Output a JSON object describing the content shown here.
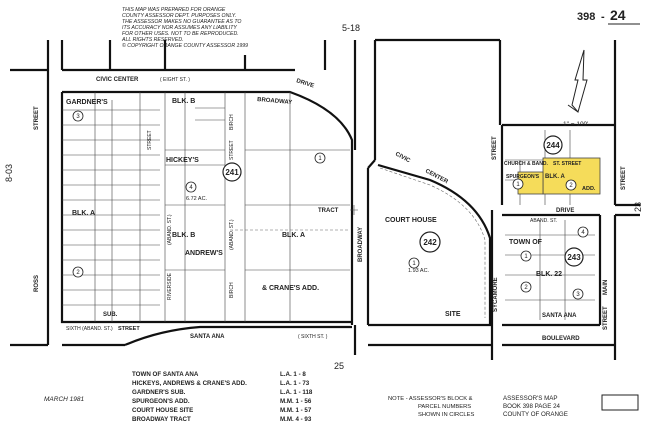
{
  "disclaimer": [
    "THIS MAP WAS PREPARED FOR ORANGE",
    "COUNTY ASSESSOR DEPT. PURPOSES ONLY.",
    "THE ASSESSOR MAKES NO GUARANTEE AS TO",
    "ITS ACCURACY NOR ASSUMES ANY LIABILITY",
    "FOR OTHER USES. NOT TO BE REPRODUCED.",
    "ALL RIGHTS RESERVED.",
    "© COPYRIGHT ORANGE COUNTY ASSESSOR 1999"
  ],
  "page_ref": {
    "book": "398",
    "sep": "-",
    "page": "24"
  },
  "edge_refs": {
    "top": "5-18",
    "left": "8-03",
    "right": "23",
    "bottom": "25"
  },
  "scale": "1\" = 100'",
  "streets": {
    "civic_center_top": "CIVIC CENTER",
    "eighth": "( EIGHT ST. )",
    "broadway_top": "BROADWAY",
    "drive_top": "DRIVE",
    "civic_center_mid": "CIVIC",
    "center_mid": "CENTER",
    "drive_mid": "DRIVE",
    "tract": "TRACT",
    "street_top_a": "STREET",
    "street_top_b": "STREET",
    "street_left": "STREET",
    "ross": "ROSS",
    "broadway_vert": "BROADWAY",
    "court_house": "COURT HOUSE",
    "site": "SITE",
    "sycamore": "SYCAMORE",
    "main": "MAIN",
    "street_right": "STREET",
    "boulevard": "BOULEVARD",
    "santa_ana_blvd": "SANTA ANA",
    "santa_ana_bottom": "SANTA ANA",
    "sixth": "( SIXTH ST. )",
    "sixth_aband": "SIXTH (ABAND. ST.)",
    "street_bottom": "STREET",
    "abandst_top": "ABAND. ST.",
    "riverside": "RIVERSIDE",
    "abandst_col": "(ABAND. ST.)",
    "birch": "BIRCH",
    "abandst_col2": "(ABAND. ST.)",
    "birch_top": "BIRCH",
    "street_birch": "STREET",
    "street_col": "STREET",
    "sub": "SUB."
  },
  "labels": {
    "gardners": "GARDNER'S",
    "blk_b_top": "BLK. B",
    "hickeys": "HICKEY'S",
    "blk_a_left": "BLK. A",
    "blk_b_mid": "BLK. B",
    "andrews": "ANDREW'S",
    "blk_a_mid": "BLK. A",
    "crane": "& CRANE'S ADD.",
    "acres_4": "6.72 AC.",
    "acres_1": "1.93 AC.",
    "church_band": "CHURCH & BAND.",
    "st_street": "ST.  STREET",
    "spurgeons": "SPURGEON'S",
    "blk_a_right": "BLK. A",
    "add": "ADD.",
    "town_of": "TOWN OF",
    "blk_22": "BLK. 22",
    "santa_ana_town": "SANTA ANA"
  },
  "book_circles": [
    "241",
    "242",
    "243",
    "244"
  ],
  "parcel_circles": {
    "p3": "3",
    "p4": "4",
    "p2": "2",
    "p1": "1",
    "p1b": "1",
    "p2b": "2",
    "p4b": "4",
    "p1c": "1",
    "p2c": "2",
    "p3c": "3",
    "p1d": "1"
  },
  "legend": {
    "date": "MARCH 1981",
    "rows": [
      {
        "name": "TOWN OF SANTA ANA",
        "ref": "L.A. 1 - 8"
      },
      {
        "name": "HICKEYS, ANDREWS & CRANE'S ADD.",
        "ref": "L.A. 1 - 73"
      },
      {
        "name": "GARDNER'S SUB.",
        "ref": "L.A. 1 - 118"
      },
      {
        "name": "SPURGEON'S ADD.",
        "ref": "M.M. 1 - 56"
      },
      {
        "name": "COURT HOUSE SITE",
        "ref": "M.M. 1 - 57"
      },
      {
        "name": "BROADWAY TRACT",
        "ref": "M.M. 4 - 93"
      }
    ]
  },
  "note": [
    "NOTE - ASSESSOR'S BLOCK &",
    "PARCEL NUMBERS",
    "SHOWN IN CIRCLES"
  ],
  "assessor_map": [
    "ASSESSOR'S MAP",
    "BOOK 398  PAGE 24",
    "COUNTY OF ORANGE"
  ],
  "colors": {
    "highlight": "#f5dc5a",
    "ink": "#222222"
  }
}
